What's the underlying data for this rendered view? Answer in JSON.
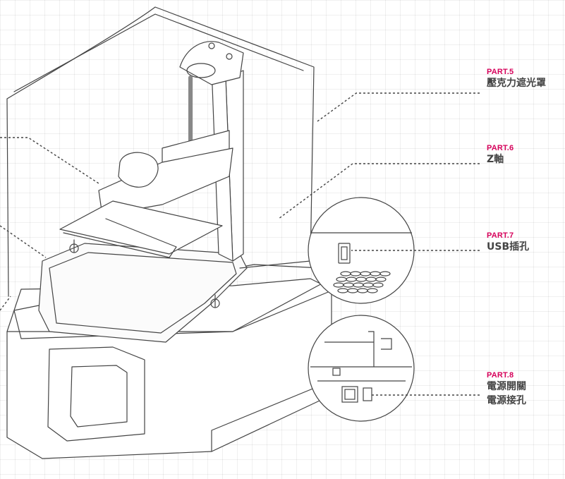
{
  "accent_color": "#d6005a",
  "text_color": "#444444",
  "parts": [
    {
      "tag": "PART.5",
      "names": [
        "壓克力遮光罩"
      ]
    },
    {
      "tag": "PART.6",
      "names": [
        "Z軸"
      ]
    },
    {
      "tag": "PART.7",
      "names": [
        "USB插孔"
      ]
    },
    {
      "tag": "PART.8",
      "names": [
        "電源開關",
        "電源接孔"
      ]
    }
  ]
}
